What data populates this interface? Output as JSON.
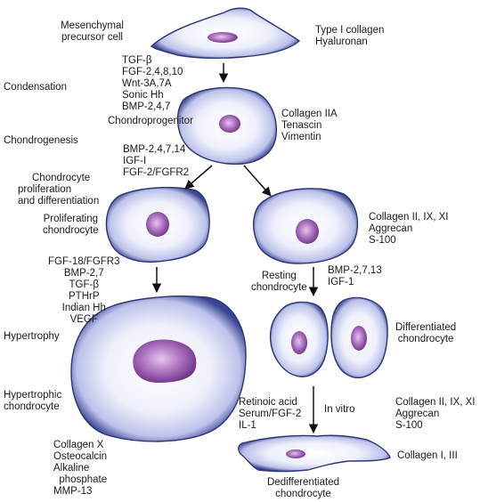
{
  "stages": {
    "mesenchymal": [
      "Mesenchymal",
      "precursor cell"
    ],
    "condensation": "Condensation",
    "chondroprogenitor": "Chondroprogenitor",
    "chondrogenesis": "Chondrogenesis",
    "proliferation": [
      "Chondrocyte",
      "proliferation",
      "and differentiation"
    ],
    "proliferating": [
      "Proliferating",
      "chondrocyte"
    ],
    "hypertrophy": "Hypertrophy",
    "hypertrophic": [
      "Hypertrophic",
      "chondrocyte"
    ],
    "resting": [
      "Resting",
      "chondrocyte"
    ],
    "differentiated": [
      "Differentiated",
      "chondrocyte"
    ],
    "in_vitro": "In vitro",
    "dedifferentiated": [
      "Dedifferentiated",
      "chondrocyte"
    ]
  },
  "factors": {
    "condensation": [
      "TGF-β",
      "FGF-2,4,8,10",
      "Wnt-3A,7A",
      "Sonic Hh",
      "BMP-2,4,7"
    ],
    "chondrogenesis": [
      "BMP-2,4,7,14",
      "IGF-I",
      "FGF-2/FGFR2"
    ],
    "hypertrophy": [
      "FGF-18/FGFR3",
      "BMP-2,7",
      "TGF-β",
      "PTHrP",
      "Indian Hh",
      "VEGF"
    ],
    "differentiation": [
      "BMP-2,7,13",
      "IGF-1"
    ],
    "dedifferentiation": [
      "Retinoic acid",
      "Serum/FGF-2",
      "IL-1"
    ]
  },
  "markers": {
    "mesenchymal": [
      "Type I collagen",
      "Hyaluronan"
    ],
    "chondroprogenitor": [
      "Collagen IIA",
      "Tenascin",
      "Vimentin"
    ],
    "resting": [
      "Collagen II, IX, XI",
      "Aggrecan",
      "S-100"
    ],
    "differentiated": [
      "Collagen II, IX, XI",
      "Aggrecan",
      "S-100"
    ],
    "dedifferentiated": "Collagen I, III",
    "hypertrophic": [
      "Collagen X",
      "Osteocalcin",
      "Alkaline",
      "  phosphate",
      "MMP-13"
    ]
  },
  "colors": {
    "cytoplasm": "#e9ecfa",
    "membrane": "#2c3475",
    "nucleus": "#8c4ba1",
    "arrow": "#111111"
  }
}
